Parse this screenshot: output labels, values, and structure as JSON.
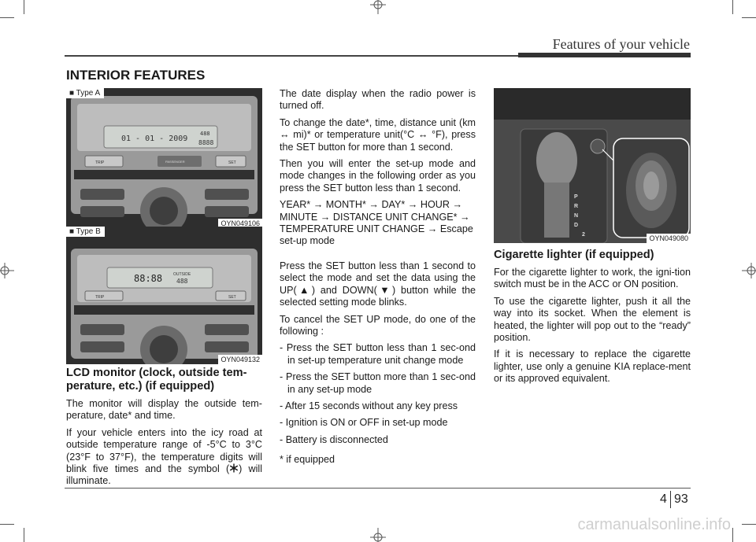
{
  "header": {
    "title": "Features of your vehicle"
  },
  "section_title": "INTERIOR FEATURES",
  "figures": {
    "type_a": {
      "label": "■ Type A",
      "code": "OYN049106",
      "display_date": "01 - 01 - 2009",
      "display_top_right": "488",
      "display_num": "8888",
      "btn_trip": "TRIP",
      "btn_set": "SET",
      "panel_text": "PASSENGER"
    },
    "type_b": {
      "label": "■ Type B",
      "code": "OYN049132",
      "display_clock": "88:88",
      "display_outside": "OUTSIDE",
      "display_temp": "488",
      "btn_trip": "TRIP",
      "btn_set": "SET"
    },
    "lighter": {
      "code": "OYN049080",
      "gear_letters": [
        "P",
        "R",
        "N",
        "D",
        "2"
      ]
    }
  },
  "col1": {
    "heading": "LCD monitor (clock, outside tem-perature, etc.) (if equipped)",
    "p1": "The monitor will display the outside tem-perature, date* and time.",
    "p2a": "If your vehicle enters into the icy road at outside temperature range of -5°C to 3°C (23°F to 37°F), the temperature digits will blink five times and the symbol (",
    "p2b": ") will illuminate."
  },
  "col2": {
    "p1": "The date display when the radio power is turned off.",
    "p2": "To change the date*, time, distance unit (km ↔ mi)* or temperature unit(°C ↔ °F), press the SET button for more than 1 second.",
    "p3": "Then you will enter the set-up mode and mode changes in the following order as you press the SET button less than 1 second.",
    "p4": "YEAR* → MONTH* → DAY* → HOUR → MINUTE → DISTANCE UNIT CHANGE* → TEMPERATURE UNIT CHANGE → Escape set-up mode",
    "p5": "Press the SET button less than 1 second to select the mode and set the data using the UP(▲) and DOWN(▼) button while the selected setting mode blinks.",
    "p6": "To cancel the SET UP mode, do one of the following :",
    "items": [
      "- Press the SET button less than 1 sec-ond in set-up temperature unit change mode",
      "- Press the SET button more than 1 sec-ond in any set-up mode",
      "- After 15 seconds without any key press",
      "- Ignition is ON or OFF in set-up mode",
      "- Battery is disconnected"
    ],
    "footnote": "* if equipped"
  },
  "col3": {
    "heading": "Cigarette lighter (if equipped)",
    "p1": "For the cigarette lighter to work, the igni-tion switch must be in the ACC or ON position.",
    "p2": "To use the cigarette lighter, push it all the way into its socket. When the element is heated, the lighter will pop out to the “ready” position.",
    "p3": "If it is necessary to replace the cigarette lighter, use only a genuine KIA replace-ment or its approved equivalent."
  },
  "page": {
    "chapter": "4",
    "number": "93"
  },
  "watermark": "carmanualsonline.info",
  "colors": {
    "photo_dark": "#3a3a3a",
    "panel": "#b8b8b8",
    "lcd": "#cfd3cf"
  }
}
